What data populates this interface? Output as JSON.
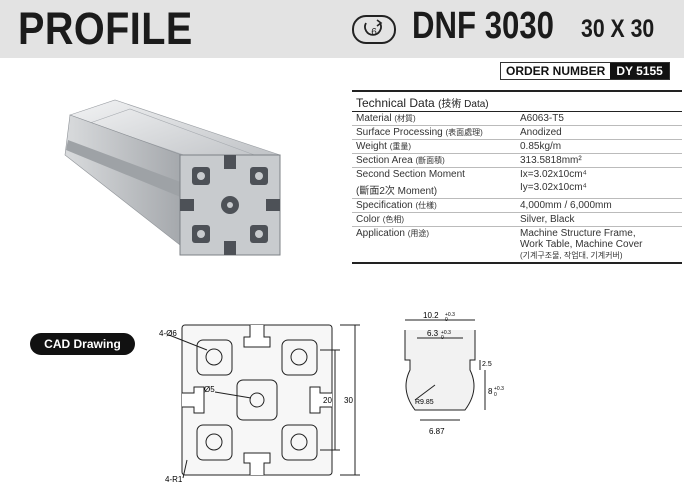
{
  "header": {
    "title": "PROFILE",
    "model_code": "DNF 3030",
    "model_size": "30 X 30",
    "icon": "rotation-profile-icon"
  },
  "order": {
    "label": "ORDER NUMBER",
    "value": "DY 5155"
  },
  "spec": {
    "title": "Technical Data",
    "title_sub": "(技術 Data)",
    "rows": [
      {
        "k": "Material",
        "ks": "(材質)",
        "v": "A6063-T5"
      },
      {
        "k": "Surface Processing",
        "ks": "(表面處理)",
        "v": "Anodized"
      },
      {
        "k": "Weight",
        "ks": "(重量)",
        "v": "0.85kg/m"
      },
      {
        "k": "Section Area",
        "ks": "(斷面積)",
        "v": "313.5818mm²"
      },
      {
        "k": "Second Section Moment",
        "ks": "",
        "v": "Ix=3.02x10cm⁴"
      },
      {
        "k": "(斷面2次 Moment)",
        "ks": "",
        "v": "Iy=3.02x10cm⁴"
      },
      {
        "k": "Specification",
        "ks": "(仕樣)",
        "v": "4,000mm / 6,000mm"
      },
      {
        "k": "Color",
        "ks": "(色相)",
        "v": "Silver, Black"
      },
      {
        "k": "Application",
        "ks": "(用途)",
        "v": "Machine Structure Frame,",
        "v2": "Work Table, Machine Cover",
        "v3": "(기계구조물, 작업대, 기계커버)"
      }
    ]
  },
  "cad": {
    "badge": "CAD Drawing",
    "dim_hole": "4-Ø6",
    "dim_center": "Ø5",
    "dim_radius": "4-R1",
    "dim_inner": "20",
    "dim_outer": "30",
    "slot_top": "10.2",
    "slot_top_tol": "+0.3",
    "slot_top_tol2": "0",
    "slot_neck": "6.3",
    "slot_neck_tol": "+0.3",
    "slot_neck_tol2": "0",
    "slot_lip": "2.5",
    "slot_radius": "R9.85",
    "slot_depth": "8",
    "slot_depth_tol": "+0.3",
    "slot_depth_tol2": "0",
    "slot_bottom": "6.87"
  },
  "colors": {
    "header_bg": "#e3e3e3",
    "dark": "#111111",
    "metal": "#c8cbce"
  }
}
